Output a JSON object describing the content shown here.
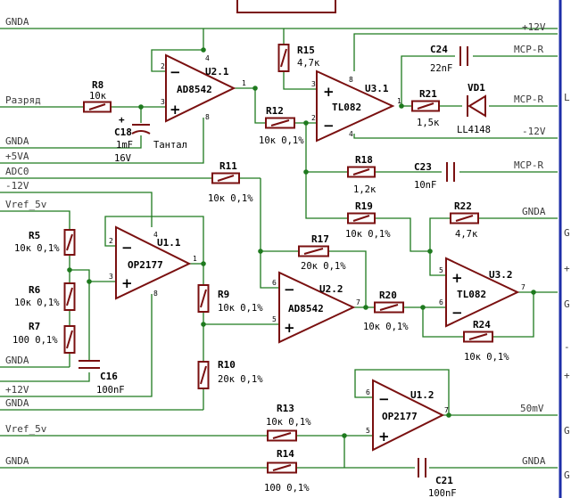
{
  "netlabels": {
    "gnda_top": "GNDA",
    "razryad": "Разряд",
    "gnda_mid": "GNDA",
    "p5va": "+5VA",
    "adc0": "ADC0",
    "m12v_left": "-12V",
    "vref_top": "Vref_5v",
    "gnda_c16": "GNDA",
    "p12v_left": "+12V",
    "gnda_r10": "GNDA",
    "vref_bottom": "Vref_5v",
    "gnda_bottom": "GNDA",
    "p12v_right": "+12V",
    "mcpr1": "MCP-R",
    "mcpr2": "MCP-R",
    "m12v_right": "-12V",
    "mcpr3": "MCP-R",
    "gnda_r22": "GNDA",
    "out_50mv": "50mV",
    "gnda_c21": "GNDA"
  },
  "edge_glyphs": {
    "g1": "G",
    "g2": "G",
    "g3": "G",
    "g4": "G",
    "plus1": "+",
    "plus2": "+",
    "minus": "-",
    "l": "L"
  },
  "opamps": {
    "u21": {
      "ref": "U2.1",
      "part": "AD8542"
    },
    "u31": {
      "ref": "U3.1",
      "part": "TL082"
    },
    "u11": {
      "ref": "U1.1",
      "part": "OP2177"
    },
    "u22": {
      "ref": "U2.2",
      "part": "AD8542"
    },
    "u32": {
      "ref": "U3.2",
      "part": "TL082"
    },
    "u12": {
      "ref": "U1.2",
      "part": "OP2177"
    }
  },
  "resistors": {
    "r5": {
      "ref": "R5",
      "value": "10к 0,1%"
    },
    "r6": {
      "ref": "R6",
      "value": "10к 0,1%"
    },
    "r7": {
      "ref": "R7",
      "value": "100 0,1%"
    },
    "r8": {
      "ref": "R8",
      "value": "10к"
    },
    "r9": {
      "ref": "R9",
      "value": "10к 0,1%"
    },
    "r10": {
      "ref": "R10",
      "value": "20к 0,1%"
    },
    "r11": {
      "ref": "R11",
      "value": "10к 0,1%"
    },
    "r12": {
      "ref": "R12",
      "value": "10к 0,1%"
    },
    "r13": {
      "ref": "R13",
      "value": "10к 0,1%"
    },
    "r14": {
      "ref": "R14",
      "value": "100 0,1%"
    },
    "r15": {
      "ref": "R15",
      "value": "4,7к"
    },
    "r17": {
      "ref": "R17",
      "value": "20к 0,1%"
    },
    "r18": {
      "ref": "R18",
      "value": "1,2к"
    },
    "r19": {
      "ref": "R19",
      "value": "10к 0,1%"
    },
    "r20": {
      "ref": "R20",
      "value": "10к 0,1%"
    },
    "r21": {
      "ref": "R21",
      "value": "1,5к"
    },
    "r22": {
      "ref": "R22",
      "value": "4,7к"
    },
    "r24": {
      "ref": "R24",
      "value": "10к 0,1%"
    }
  },
  "capacitors": {
    "c16": {
      "ref": "C16",
      "value": "100nF"
    },
    "c18": {
      "ref": "C18",
      "value": "1mF",
      "voltage": "16V",
      "note": "Тантал"
    },
    "c21": {
      "ref": "C21",
      "value": "100nF"
    },
    "c23": {
      "ref": "C23",
      "value": "10nF"
    },
    "c24": {
      "ref": "C24",
      "value": "22nF"
    }
  },
  "diodes": {
    "vd1": {
      "ref": "VD1",
      "part": "LL4148"
    }
  },
  "pins": {
    "u21": {
      "p2": "2",
      "p3": "3",
      "p1": "1",
      "p4": "4",
      "p8": "8"
    },
    "u31": {
      "p3": "3",
      "p2": "2",
      "p1": "1",
      "p8": "8",
      "p4": "4"
    },
    "u11": {
      "p2": "2",
      "p3": "3",
      "p1": "1",
      "p4": "4",
      "p8": "8"
    },
    "u22": {
      "p6": "6",
      "p5": "5",
      "p7": "7"
    },
    "u32": {
      "p5": "5",
      "p6": "6",
      "p7": "7"
    },
    "u12": {
      "p6": "6",
      "p5": "5",
      "p7": "7"
    }
  },
  "colors": {
    "wire": "#1e7a1e",
    "component": "#7a1010",
    "bus": "#1e2ea8",
    "background": "#ffffff"
  }
}
